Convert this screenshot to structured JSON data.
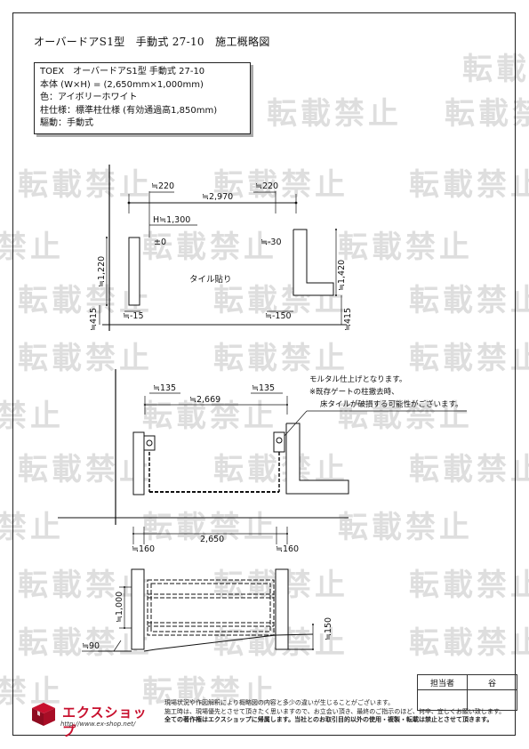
{
  "document": {
    "title": "オーバードアS1型　手動式 27-10　施工概略図"
  },
  "spec": {
    "lines": [
      "TOEX　オーバードアS1型 手動式 27-10",
      "本体 (W×H) = (2,650mm×1,000mm)",
      "色：アイボリーホワイト",
      "柱仕様：標準柱仕様 (有効通過高1,850mm)",
      "驅動：手動式"
    ]
  },
  "watermark": {
    "text": "転載禁止"
  },
  "plan_view": {
    "dim_left_offset": "≒220",
    "dim_total": "≒2,970",
    "dim_right_offset": "≒220",
    "dim_h": "H≒1,300",
    "level_zero": "±0",
    "level_right_top": "≒-30",
    "dim_left_height": "≒1,220",
    "dim_right_height": "≒1,420",
    "dim_left_base": "≒415",
    "dim_right_base": "≒415",
    "level_left_bottom": "≒-15",
    "level_right_bottom": "≒-150",
    "floor_label": "タイル貼り"
  },
  "section_view": {
    "dim_left_offset": "≒135",
    "dim_total": "≒2,669",
    "dim_right_offset": "≒135",
    "note_lines": [
      "モルタル仕上げとなります。",
      "※既存ゲートの柱撤去時、",
      "床タイルが破損する可能性がございます。"
    ]
  },
  "elevation_view": {
    "dim_left_post": "≒160",
    "dim_width": "2,650",
    "dim_right_post": "≒160",
    "dim_height": "≒1,000",
    "dim_gap_left": "≒90",
    "dim_gap_right": "≒150"
  },
  "stamp": {
    "label": "担当者",
    "name": "谷"
  },
  "footer": {
    "brand": "エクスショップ",
    "url": "http://www.ex-shop.net/",
    "notes": [
      "現場状況や作図解釈により概略図の内容と多少の違いが生じることがございます。",
      "施工時は、現場優先とさせて頂きたく思いますので、お立会い頂き、最終のご指示のほど、何卒、宜しくお願い致します。",
      "全ての著作権はエクスショップに帰属します。当社とのお取引目的以外の使用・複製・転載は禁止とさせて頂きます。"
    ]
  }
}
